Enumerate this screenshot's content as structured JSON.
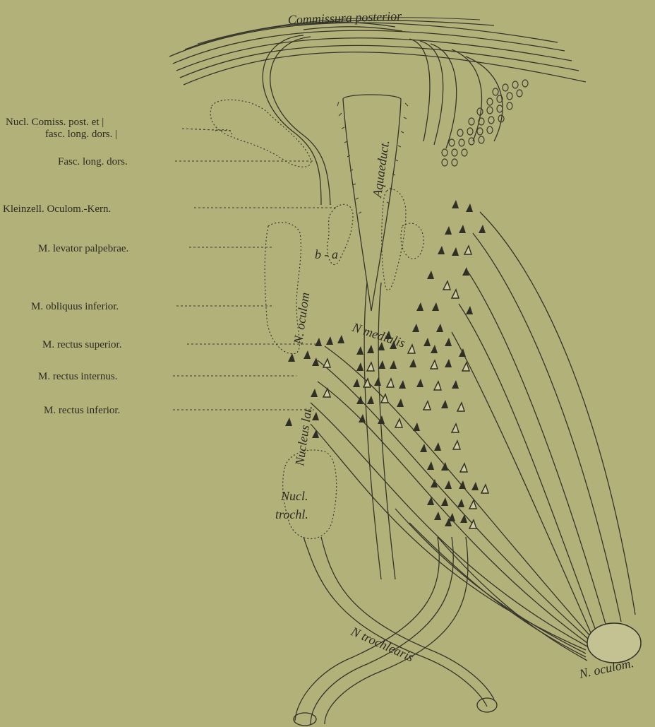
{
  "labels": {
    "commissura_posterior": "Commissura posterior",
    "nucl_comiss_line1": "Nucl. Comiss. post. et |",
    "nucl_comiss_line2": "fasc. long. dors. |",
    "fasc_long_dors": "Fasc. long. dors.",
    "kleinzell": "Kleinzell. Oculom.-Kern.",
    "levator": "M. levator palpebrae.",
    "obliquus": "M. obliquus inferior.",
    "rectus_superior": "M. rectus superior.",
    "rectus_internus": "M. rectus internus.",
    "rectus_inferior": "M. rectus inferior.",
    "aquaeduct": "Aquaeduct.",
    "b_a": "b - a",
    "n_oculom_upper": "N. oculom",
    "n_medialis": "N medialis",
    "nucleus_lat": "Nucleus lat.",
    "nucl_trochl_1": "Nucl.",
    "nucl_trochl_2": "trochl.",
    "n_trochlearis": "N trochlearis",
    "n_oculom_lower": "N. oculom."
  },
  "colors": {
    "background": "#b3b17a",
    "ink": "#2f2f26"
  }
}
